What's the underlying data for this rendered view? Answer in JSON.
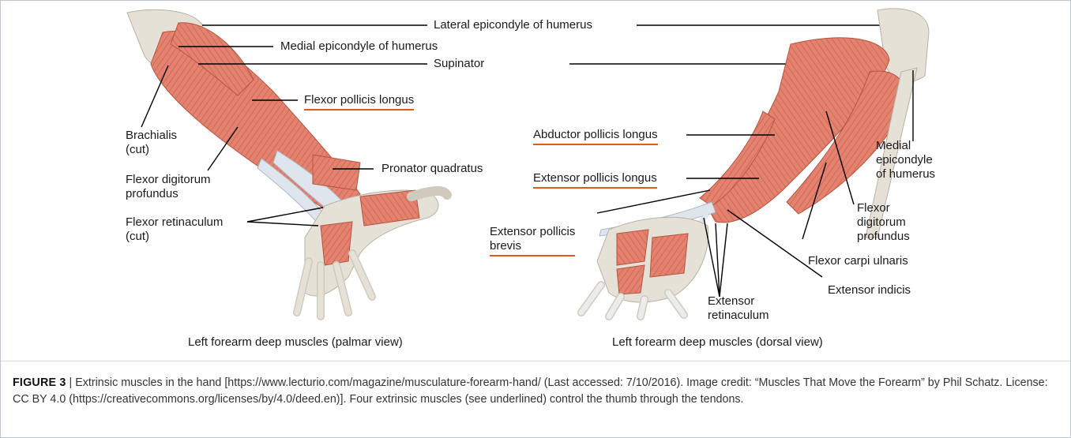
{
  "labels": {
    "lateral_epicondyle": "Lateral epicondyle of humerus",
    "medial_epicondyle_left": "Medial epicondyle of humerus",
    "supinator": "Supinator",
    "flexor_pollicis_longus": "Flexor pollicis longus",
    "brachialis": "Brachialis\n(cut)",
    "flexor_digitorum_profundus_left": "Flexor digitorum\nprofundus",
    "pronator_quadratus": "Pronator quadratus",
    "flexor_retinaculum": "Flexor retinaculum\n(cut)",
    "abductor_pollicis_longus": "Abductor pollicis longus",
    "extensor_pollicis_longus": "Extensor pollicis longus",
    "extensor_pollicis_brevis": "Extensor pollicis\nbrevis",
    "medial_epicondyle_right": "Medial\nepicondyle\nof humerus",
    "flexor_digitorum_profundus_right": "Flexor\ndigitorum\nprofundus",
    "flexor_carpi_ulnaris": "Flexor carpi ulnaris",
    "extensor_indicis": "Extensor indicis",
    "extensor_retinaculum": "Extensor\nretinaculum"
  },
  "subcaptions": {
    "left": "Left forearm deep muscles (palmar view)",
    "right": "Left forearm deep muscles (dorsal view)"
  },
  "caption": {
    "figure_label": "FIGURE 3",
    "text": " | Extrinsic muscles in the hand [https://www.lecturio.com/magazine/musculature-forearm-hand/ (Last accessed: 7/10/2016). Image credit: “Muscles That Move the Forearm” by Phil Schatz. License: CC BY 4.0 (https://creativecommons.org/licenses/by/4.0/deed.en)]. Four extrinsic muscles (see underlined) control the thumb through the tendons."
  },
  "colors": {
    "muscle": "#e3826f",
    "muscle_dark": "#c9604f",
    "bone": "#e6e1d6",
    "tendon": "#dfe5ec",
    "underline": "#e05a1e"
  }
}
